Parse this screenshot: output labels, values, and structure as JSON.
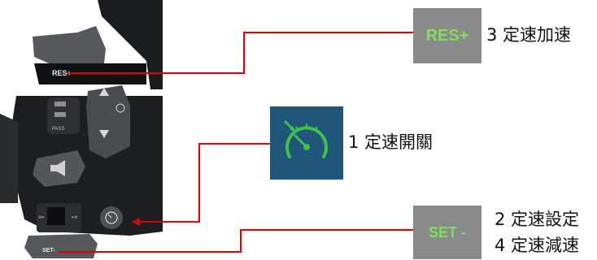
{
  "buttons": {
    "res": {
      "chip_text": "RES+",
      "description": "3 定速加速",
      "switch_text": "RES+"
    },
    "cruise": {
      "description": "1 定速開關",
      "icon": "speedometer-cruise-icon"
    },
    "set": {
      "chip_text": "SET -",
      "description_1": "2 定速設定",
      "description_2": "4 定速減速",
      "switch_text": "SET-"
    }
  },
  "switch_labels": {
    "flash": "PASS"
  },
  "colors": {
    "callout_line": "#e00000",
    "chip_gray": "#8a8a8a",
    "chip_text_green": "#7fe05a",
    "cruise_bg": "#1f567a"
  }
}
